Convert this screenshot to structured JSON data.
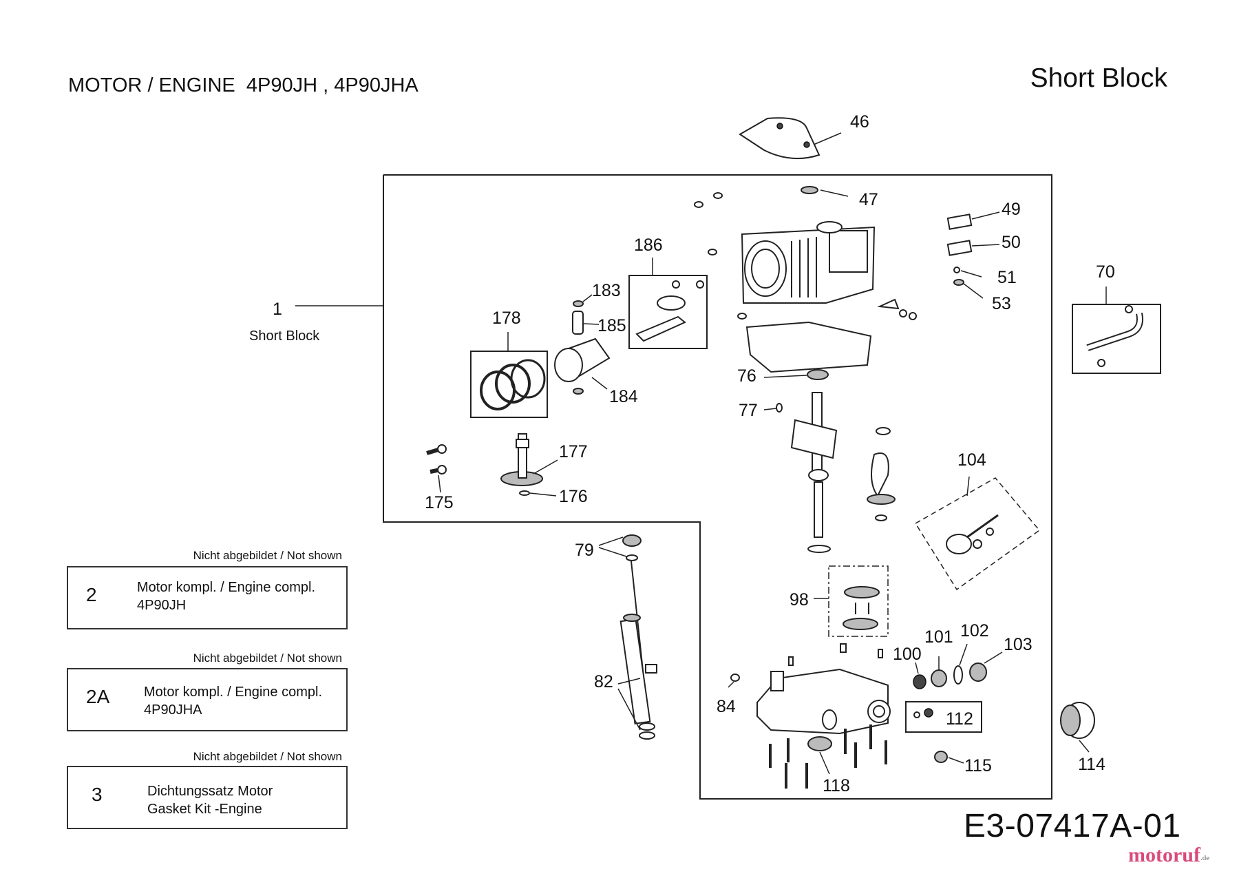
{
  "header": {
    "title": "MOTOR / ENGINE  4P90JH , 4P90JHA",
    "section": "Short Block"
  },
  "assembly": {
    "number": "1",
    "label": "Short Block"
  },
  "callouts": [
    "46",
    "47",
    "49",
    "50",
    "51",
    "53",
    "70",
    "186",
    "183",
    "185",
    "178",
    "184",
    "76",
    "77",
    "177",
    "176",
    "175",
    "104",
    "79",
    "98",
    "82",
    "84",
    "100",
    "101",
    "102",
    "103",
    "112",
    "115",
    "114",
    "118"
  ],
  "not_shown_items": [
    {
      "note": "Nicht abgebildet / Not shown",
      "number": "2",
      "line1": "Motor kompl. / Engine compl.",
      "line2": "4P90JH"
    },
    {
      "note": "Nicht abgebildet / Not shown",
      "number": "2A",
      "line1": "Motor kompl. / Engine compl.",
      "line2": "4P90JHA"
    },
    {
      "note": "Nicht abgebildet / Not shown",
      "number": "3",
      "line1": "Dichtungssatz Motor",
      "line2": "Gasket Kit -Engine"
    }
  ],
  "footer": {
    "diagram_code": "E3-07417A-01",
    "brand": "motoruf",
    "brand_suffix": ".de"
  }
}
